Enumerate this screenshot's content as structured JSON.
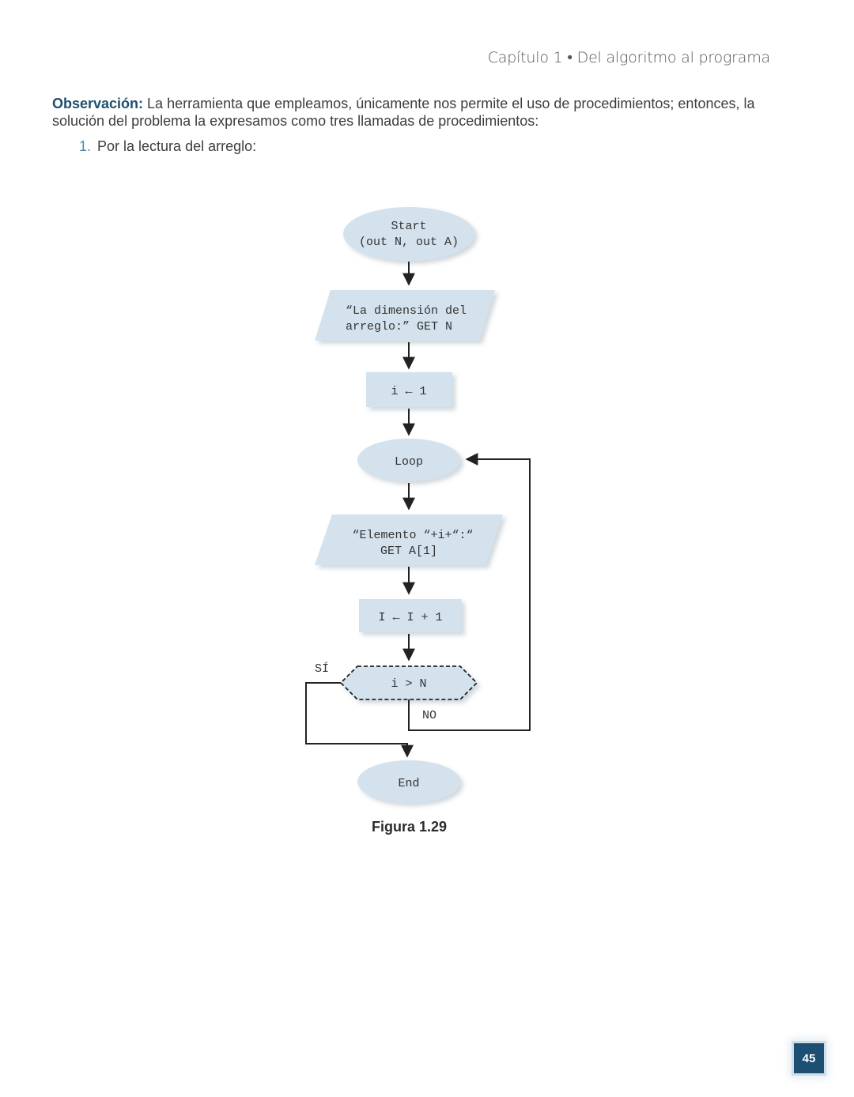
{
  "header": {
    "chapter": "Capítulo 1 • Del algoritmo al programa"
  },
  "observation": {
    "label": "Observación:",
    "text": " La herramienta que empleamos, únicamente nos permite el uso de procedimientos; entonces, la solución del problema la expresamos como tres llamadas de procedimientos:"
  },
  "list": {
    "number": "1.",
    "text": "Por la lectura del arreglo:"
  },
  "flowchart": {
    "start_line1": "Start",
    "start_line2": "(out N, out A)",
    "input1_line1": "“La dimensión del",
    "input1_line2": "arreglo:” GET N",
    "assign1": "i ← 1",
    "loop": "Loop",
    "input2_line1": "“Elemento “+i+“:“",
    "input2_line2": "GET A[1]",
    "assign2": "I ← I + 1",
    "decision": "i > N",
    "yes_label": "SÍ",
    "no_label": "NO",
    "end": "End"
  },
  "caption": "Figura 1.29",
  "page_number": "45",
  "colors": {
    "shape_fill": "#d3e2ec",
    "label_blue": "#1f4e6e",
    "badge": "#1d4f73"
  }
}
